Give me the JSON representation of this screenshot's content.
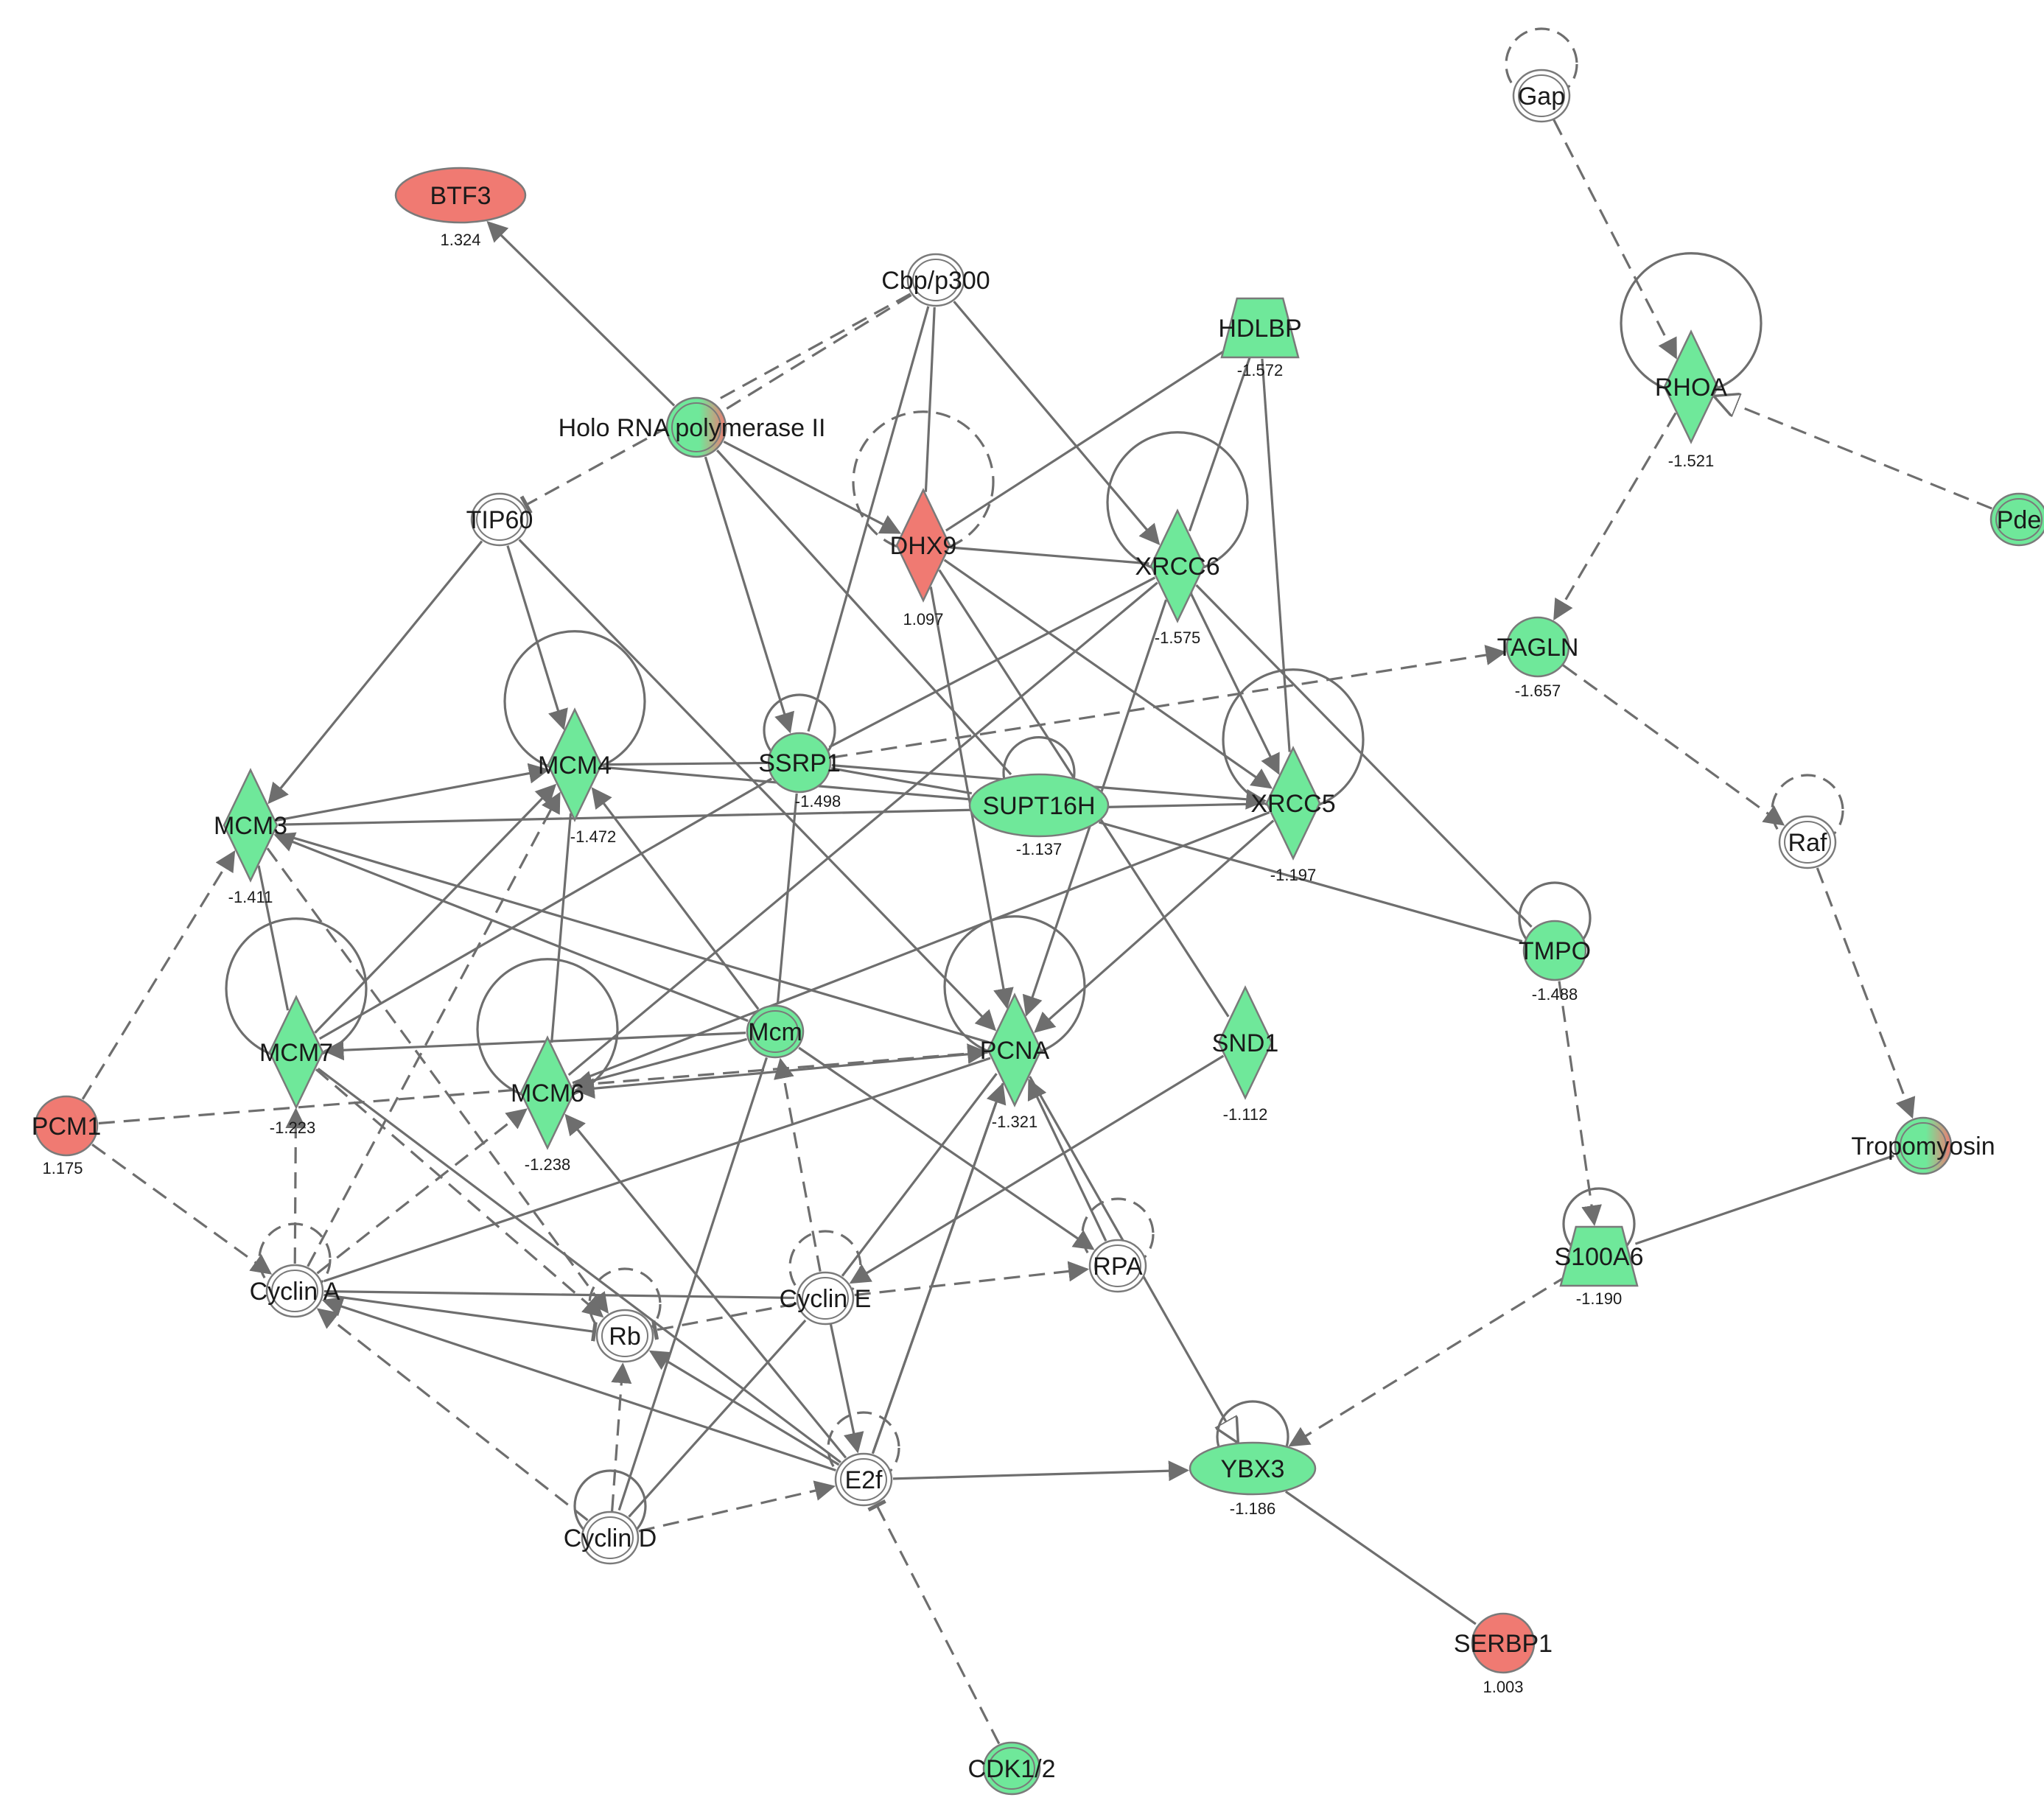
{
  "colors": {
    "up": "#f07a72",
    "down": "#6fe89a",
    "neutral": "#ffffff",
    "edge": "#6e6e6e"
  },
  "nodes": [
    {
      "id": "BTF3",
      "label": "BTF3",
      "value": "1.324",
      "shape": "ellipse",
      "color": "up"
    },
    {
      "id": "Cbp",
      "label": "Cbp/p300",
      "value": "",
      "shape": "complex",
      "color": "neutral"
    },
    {
      "id": "Holo",
      "label": "Holo RNA polymerase II",
      "value": "",
      "shape": "complex",
      "color": "mixed"
    },
    {
      "id": "HDLBP",
      "label": "HDLBP",
      "value": "-1.572",
      "shape": "trapezoid",
      "color": "down"
    },
    {
      "id": "Gap",
      "label": "Gap",
      "value": "",
      "shape": "complex",
      "color": "neutral"
    },
    {
      "id": "RHOA",
      "label": "RHOA",
      "value": "-1.521",
      "shape": "diamond",
      "color": "down"
    },
    {
      "id": "Pde",
      "label": "Pde",
      "value": "",
      "shape": "complex",
      "color": "down"
    },
    {
      "id": "TIP60",
      "label": "TIP60",
      "value": "",
      "shape": "complex",
      "color": "neutral"
    },
    {
      "id": "DHX9",
      "label": "DHX9",
      "value": "1.097",
      "shape": "diamond",
      "color": "up"
    },
    {
      "id": "XRCC6",
      "label": "XRCC6",
      "value": "-1.575",
      "shape": "diamond",
      "color": "down"
    },
    {
      "id": "TAGLN",
      "label": "TAGLN",
      "value": "-1.657",
      "shape": "circle",
      "color": "down"
    },
    {
      "id": "SSRP1",
      "label": "SSRP1",
      "value": "-1.498",
      "shape": "circle",
      "color": "down"
    },
    {
      "id": "MCM4",
      "label": "MCM4",
      "value": "-1.472",
      "shape": "diamond",
      "color": "down"
    },
    {
      "id": "MCM3",
      "label": "MCM3",
      "value": "-1.411",
      "shape": "diamond",
      "color": "down"
    },
    {
      "id": "SUPT16H",
      "label": "SUPT16H",
      "value": "-1.137",
      "shape": "ellipse",
      "color": "down"
    },
    {
      "id": "XRCC5",
      "label": "XRCC5",
      "value": "-1.197",
      "shape": "diamond",
      "color": "down"
    },
    {
      "id": "Raf",
      "label": "Raf",
      "value": "",
      "shape": "complex",
      "color": "neutral"
    },
    {
      "id": "TMPO",
      "label": "TMPO",
      "value": "-1.488",
      "shape": "circle",
      "color": "down"
    },
    {
      "id": "MCM7",
      "label": "MCM7",
      "value": "-1.223",
      "shape": "diamond",
      "color": "down"
    },
    {
      "id": "Mcm",
      "label": "Mcm",
      "value": "",
      "shape": "complex",
      "color": "down"
    },
    {
      "id": "PCNA",
      "label": "PCNA",
      "value": "-1.321",
      "shape": "diamond",
      "color": "down"
    },
    {
      "id": "SND1",
      "label": "SND1",
      "value": "-1.112",
      "shape": "diamond",
      "color": "down"
    },
    {
      "id": "MCM6",
      "label": "MCM6",
      "value": "-1.238",
      "shape": "diamond",
      "color": "down"
    },
    {
      "id": "PCM1",
      "label": "PCM1",
      "value": "1.175",
      "shape": "circle",
      "color": "up"
    },
    {
      "id": "Tropomyosin",
      "label": "Tropomyosin",
      "value": "",
      "shape": "complex",
      "color": "mixed"
    },
    {
      "id": "CyclinA",
      "label": "Cyclin A",
      "value": "",
      "shape": "complex",
      "color": "neutral"
    },
    {
      "id": "Rb",
      "label": "Rb",
      "value": "",
      "shape": "complex",
      "color": "neutral"
    },
    {
      "id": "CyclinE",
      "label": "Cyclin E",
      "value": "",
      "shape": "complex",
      "color": "neutral"
    },
    {
      "id": "RPA",
      "label": "RPA",
      "value": "",
      "shape": "complex",
      "color": "neutral"
    },
    {
      "id": "S100A6",
      "label": "S100A6",
      "value": "-1.190",
      "shape": "trapezoid",
      "color": "down"
    },
    {
      "id": "E2f",
      "label": "E2f",
      "value": "",
      "shape": "complex",
      "color": "neutral"
    },
    {
      "id": "YBX3",
      "label": "YBX3",
      "value": "-1.186",
      "shape": "ellipse",
      "color": "down"
    },
    {
      "id": "CyclinD",
      "label": "Cyclin D",
      "value": "",
      "shape": "complex",
      "color": "neutral"
    },
    {
      "id": "SERBP1",
      "label": "SERBP1",
      "value": "1.003",
      "shape": "circle",
      "color": "up"
    },
    {
      "id": "CDK12",
      "label": "CDK1/2",
      "value": "",
      "shape": "complex",
      "color": "down"
    }
  ],
  "edges": [
    {
      "from": "Holo",
      "to": "BTF3",
      "dash": false,
      "head": "arrow"
    },
    {
      "from": "Cbp",
      "to": "Holo",
      "dash": true,
      "head": "none"
    },
    {
      "from": "Cbp",
      "to": "TIP60",
      "dash": true,
      "head": "bar"
    },
    {
      "from": "Cbp",
      "to": "DHX9",
      "dash": false,
      "head": "none"
    },
    {
      "from": "Cbp",
      "to": "XRCC6",
      "dash": false,
      "head": "arrow"
    },
    {
      "from": "Cbp",
      "to": "SSRP1",
      "dash": false,
      "head": "none"
    },
    {
      "from": "Holo",
      "to": "DHX9",
      "dash": false,
      "head": "arrow"
    },
    {
      "from": "Holo",
      "to": "SSRP1",
      "dash": false,
      "head": "arrow"
    },
    {
      "from": "Holo",
      "to": "SUPT16H",
      "dash": false,
      "head": "none"
    },
    {
      "from": "HDLBP",
      "to": "XRCC6",
      "dash": false,
      "head": "none"
    },
    {
      "from": "HDLBP",
      "to": "XRCC5",
      "dash": false,
      "head": "none"
    },
    {
      "from": "HDLBP",
      "to": "DHX9",
      "dash": false,
      "head": "none"
    },
    {
      "from": "Gap",
      "to": "RHOA",
      "dash": true,
      "head": "both"
    },
    {
      "from": "Pde",
      "to": "RHOA",
      "dash": true,
      "head": "open"
    },
    {
      "from": "RHOA",
      "to": "TAGLN",
      "dash": true,
      "head": "arrow"
    },
    {
      "from": "TAGLN",
      "to": "Raf",
      "dash": true,
      "head": "both"
    },
    {
      "from": "SSRP1",
      "to": "TAGLN",
      "dash": true,
      "head": "arrow"
    },
    {
      "from": "Raf",
      "to": "Tropomyosin",
      "dash": true,
      "head": "arrow"
    },
    {
      "from": "TIP60",
      "to": "MCM3",
      "dash": false,
      "head": "arrow"
    },
    {
      "from": "TIP60",
      "to": "MCM4",
      "dash": false,
      "head": "arrow"
    },
    {
      "from": "TIP60",
      "to": "PCNA",
      "dash": false,
      "head": "arrow"
    },
    {
      "from": "DHX9",
      "to": "XRCC6",
      "dash": false,
      "head": "none"
    },
    {
      "from": "DHX9",
      "to": "XRCC5",
      "dash": false,
      "head": "arrow"
    },
    {
      "from": "DHX9",
      "to": "PCNA",
      "dash": false,
      "head": "arrow"
    },
    {
      "from": "DHX9",
      "to": "SND1",
      "dash": false,
      "head": "none"
    },
    {
      "from": "XRCC6",
      "to": "XRCC5",
      "dash": false,
      "head": "both"
    },
    {
      "from": "XRCC6",
      "to": "SSRP1",
      "dash": false,
      "head": "none"
    },
    {
      "from": "XRCC6",
      "to": "PCNA",
      "dash": false,
      "head": "arrow"
    },
    {
      "from": "XRCC6",
      "to": "TMPO",
      "dash": false,
      "head": "none"
    },
    {
      "from": "XRCC6",
      "to": "MCM6",
      "dash": false,
      "head": "none"
    },
    {
      "from": "SSRP1",
      "to": "MCM4",
      "dash": false,
      "head": "none"
    },
    {
      "from": "SSRP1",
      "to": "SUPT16H",
      "dash": false,
      "head": "none"
    },
    {
      "from": "SSRP1",
      "to": "XRCC5",
      "dash": false,
      "head": "arrow"
    },
    {
      "from": "SSRP1",
      "to": "MCM7",
      "dash": false,
      "head": "none"
    },
    {
      "from": "SSRP1",
      "to": "Mcm",
      "dash": false,
      "head": "none"
    },
    {
      "from": "MCM3",
      "to": "MCM4",
      "dash": false,
      "head": "arrow"
    },
    {
      "from": "MCM3",
      "to": "XRCC5",
      "dash": false,
      "head": "none"
    },
    {
      "from": "MCM3",
      "to": "MCM7",
      "dash": false,
      "head": "none"
    },
    {
      "from": "MCM3",
      "to": "PCNA",
      "dash": false,
      "head": "none"
    },
    {
      "from": "SUPT16H",
      "to": "TMPO",
      "dash": false,
      "head": "none"
    },
    {
      "from": "SUPT16H",
      "to": "MCM4",
      "dash": false,
      "head": "none"
    },
    {
      "from": "XRCC5",
      "to": "PCNA",
      "dash": false,
      "head": "arrow"
    },
    {
      "from": "XRCC5",
      "to": "MCM6",
      "dash": false,
      "head": "none"
    },
    {
      "from": "SND1",
      "to": "CyclinE",
      "dash": false,
      "head": "arrow"
    },
    {
      "from": "TMPO",
      "to": "S100A6",
      "dash": true,
      "head": "arrow"
    },
    {
      "from": "MCM4",
      "to": "MCM6",
      "dash": false,
      "head": "none"
    },
    {
      "from": "MCM7",
      "to": "MCM4",
      "dash": false,
      "head": "arrow"
    },
    {
      "from": "Mcm",
      "to": "MCM4",
      "dash": false,
      "head": "arrow"
    },
    {
      "from": "Mcm",
      "to": "MCM3",
      "dash": false,
      "head": "arrow"
    },
    {
      "from": "Mcm",
      "to": "MCM7",
      "dash": false,
      "head": "arrow"
    },
    {
      "from": "Mcm",
      "to": "MCM6",
      "dash": false,
      "head": "arrow"
    },
    {
      "from": "Mcm",
      "to": "RPA",
      "dash": false,
      "head": "arrow"
    },
    {
      "from": "Mcm",
      "to": "CyclinD",
      "dash": false,
      "head": "none"
    },
    {
      "from": "PCNA",
      "to": "MCM6",
      "dash": false,
      "head": "arrow"
    },
    {
      "from": "PCNA",
      "to": "CyclinA",
      "dash": false,
      "head": "none"
    },
    {
      "from": "PCNA",
      "to": "E2f",
      "dash": false,
      "head": "none"
    },
    {
      "from": "PCM1",
      "to": "MCM3",
      "dash": true,
      "head": "arrow"
    },
    {
      "from": "PCM1",
      "to": "PCNA",
      "dash": true,
      "head": "arrow"
    },
    {
      "from": "PCM1",
      "to": "CyclinA",
      "dash": true,
      "head": "arrow"
    },
    {
      "from": "CyclinA",
      "to": "MCM7",
      "dash": true,
      "head": "arrow"
    },
    {
      "from": "CyclinA",
      "to": "MCM4",
      "dash": true,
      "head": "arrow"
    },
    {
      "from": "CyclinA",
      "to": "MCM6",
      "dash": true,
      "head": "arrow"
    },
    {
      "from": "CyclinA",
      "to": "Rb",
      "dash": false,
      "head": "bar"
    },
    {
      "from": "CyclinA",
      "to": "CyclinE",
      "dash": false,
      "head": "none"
    },
    {
      "from": "MCM3",
      "to": "Rb",
      "dash": true,
      "head": "arrow"
    },
    {
      "from": "MCM7",
      "to": "Rb",
      "dash": true,
      "head": "arrow"
    },
    {
      "from": "CyclinE",
      "to": "Rb",
      "dash": true,
      "head": "bar"
    },
    {
      "from": "CyclinE",
      "to": "Mcm",
      "dash": true,
      "head": "arrow"
    },
    {
      "from": "CyclinE",
      "to": "RPA",
      "dash": true,
      "head": "arrow"
    },
    {
      "from": "CyclinE",
      "to": "PCNA",
      "dash": false,
      "head": "none"
    },
    {
      "from": "CyclinE",
      "to": "E2f",
      "dash": false,
      "head": "both"
    },
    {
      "from": "E2f",
      "to": "CyclinA",
      "dash": false,
      "head": "arrow"
    },
    {
      "from": "E2f",
      "to": "Rb",
      "dash": false,
      "head": "arrow"
    },
    {
      "from": "E2f",
      "to": "MCM6",
      "dash": false,
      "head": "arrow"
    },
    {
      "from": "E2f",
      "to": "MCM7",
      "dash": false,
      "head": "none"
    },
    {
      "from": "E2f",
      "to": "PCNA",
      "dash": false,
      "head": "arrow"
    },
    {
      "from": "E2f",
      "to": "YBX3",
      "dash": false,
      "head": "arrow"
    },
    {
      "from": "CyclinD",
      "to": "CyclinA",
      "dash": true,
      "head": "arrow"
    },
    {
      "from": "CyclinD",
      "to": "Rb",
      "dash": true,
      "head": "both"
    },
    {
      "from": "CyclinD",
      "to": "E2f",
      "dash": true,
      "head": "arrow"
    },
    {
      "from": "CyclinD",
      "to": "CyclinE",
      "dash": false,
      "head": "none"
    },
    {
      "from": "RPA",
      "to": "PCNA",
      "dash": false,
      "head": "arrow"
    },
    {
      "from": "PCNA",
      "to": "YBX3",
      "dash": false,
      "head": "open"
    },
    {
      "from": "S100A6",
      "to": "YBX3",
      "dash": true,
      "head": "arrow"
    },
    {
      "from": "S100A6",
      "to": "Tropomyosin",
      "dash": false,
      "head": "none"
    },
    {
      "from": "YBX3",
      "to": "SERBP1",
      "dash": false,
      "head": "none"
    },
    {
      "from": "CDK12",
      "to": "E2f",
      "dash": true,
      "head": "bar"
    }
  ],
  "selfloops": [
    {
      "node": "Gap",
      "dash": true,
      "size": "s"
    },
    {
      "node": "RHOA",
      "dash": false,
      "size": "l"
    },
    {
      "node": "DHX9",
      "dash": true,
      "size": "l"
    },
    {
      "node": "XRCC6",
      "dash": false,
      "size": "l"
    },
    {
      "node": "SSRP1",
      "dash": false,
      "size": "s"
    },
    {
      "node": "MCM4",
      "dash": false,
      "size": "l"
    },
    {
      "node": "SUPT16H",
      "dash": false,
      "size": "s"
    },
    {
      "node": "XRCC5",
      "dash": false,
      "size": "l"
    },
    {
      "node": "Raf",
      "dash": true,
      "size": "s"
    },
    {
      "node": "TMPO",
      "dash": false,
      "size": "s"
    },
    {
      "node": "MCM7",
      "dash": false,
      "size": "l"
    },
    {
      "node": "PCNA",
      "dash": false,
      "size": "l"
    },
    {
      "node": "MCM6",
      "dash": false,
      "size": "l"
    },
    {
      "node": "CyclinA",
      "dash": true,
      "size": "s"
    },
    {
      "node": "Rb",
      "dash": true,
      "size": "s"
    },
    {
      "node": "CyclinE",
      "dash": true,
      "size": "s"
    },
    {
      "node": "RPA",
      "dash": true,
      "size": "s"
    },
    {
      "node": "S100A6",
      "dash": false,
      "size": "s"
    },
    {
      "node": "E2f",
      "dash": true,
      "size": "s"
    },
    {
      "node": "YBX3",
      "dash": false,
      "size": "s"
    },
    {
      "node": "CyclinD",
      "dash": false,
      "size": "s"
    }
  ]
}
